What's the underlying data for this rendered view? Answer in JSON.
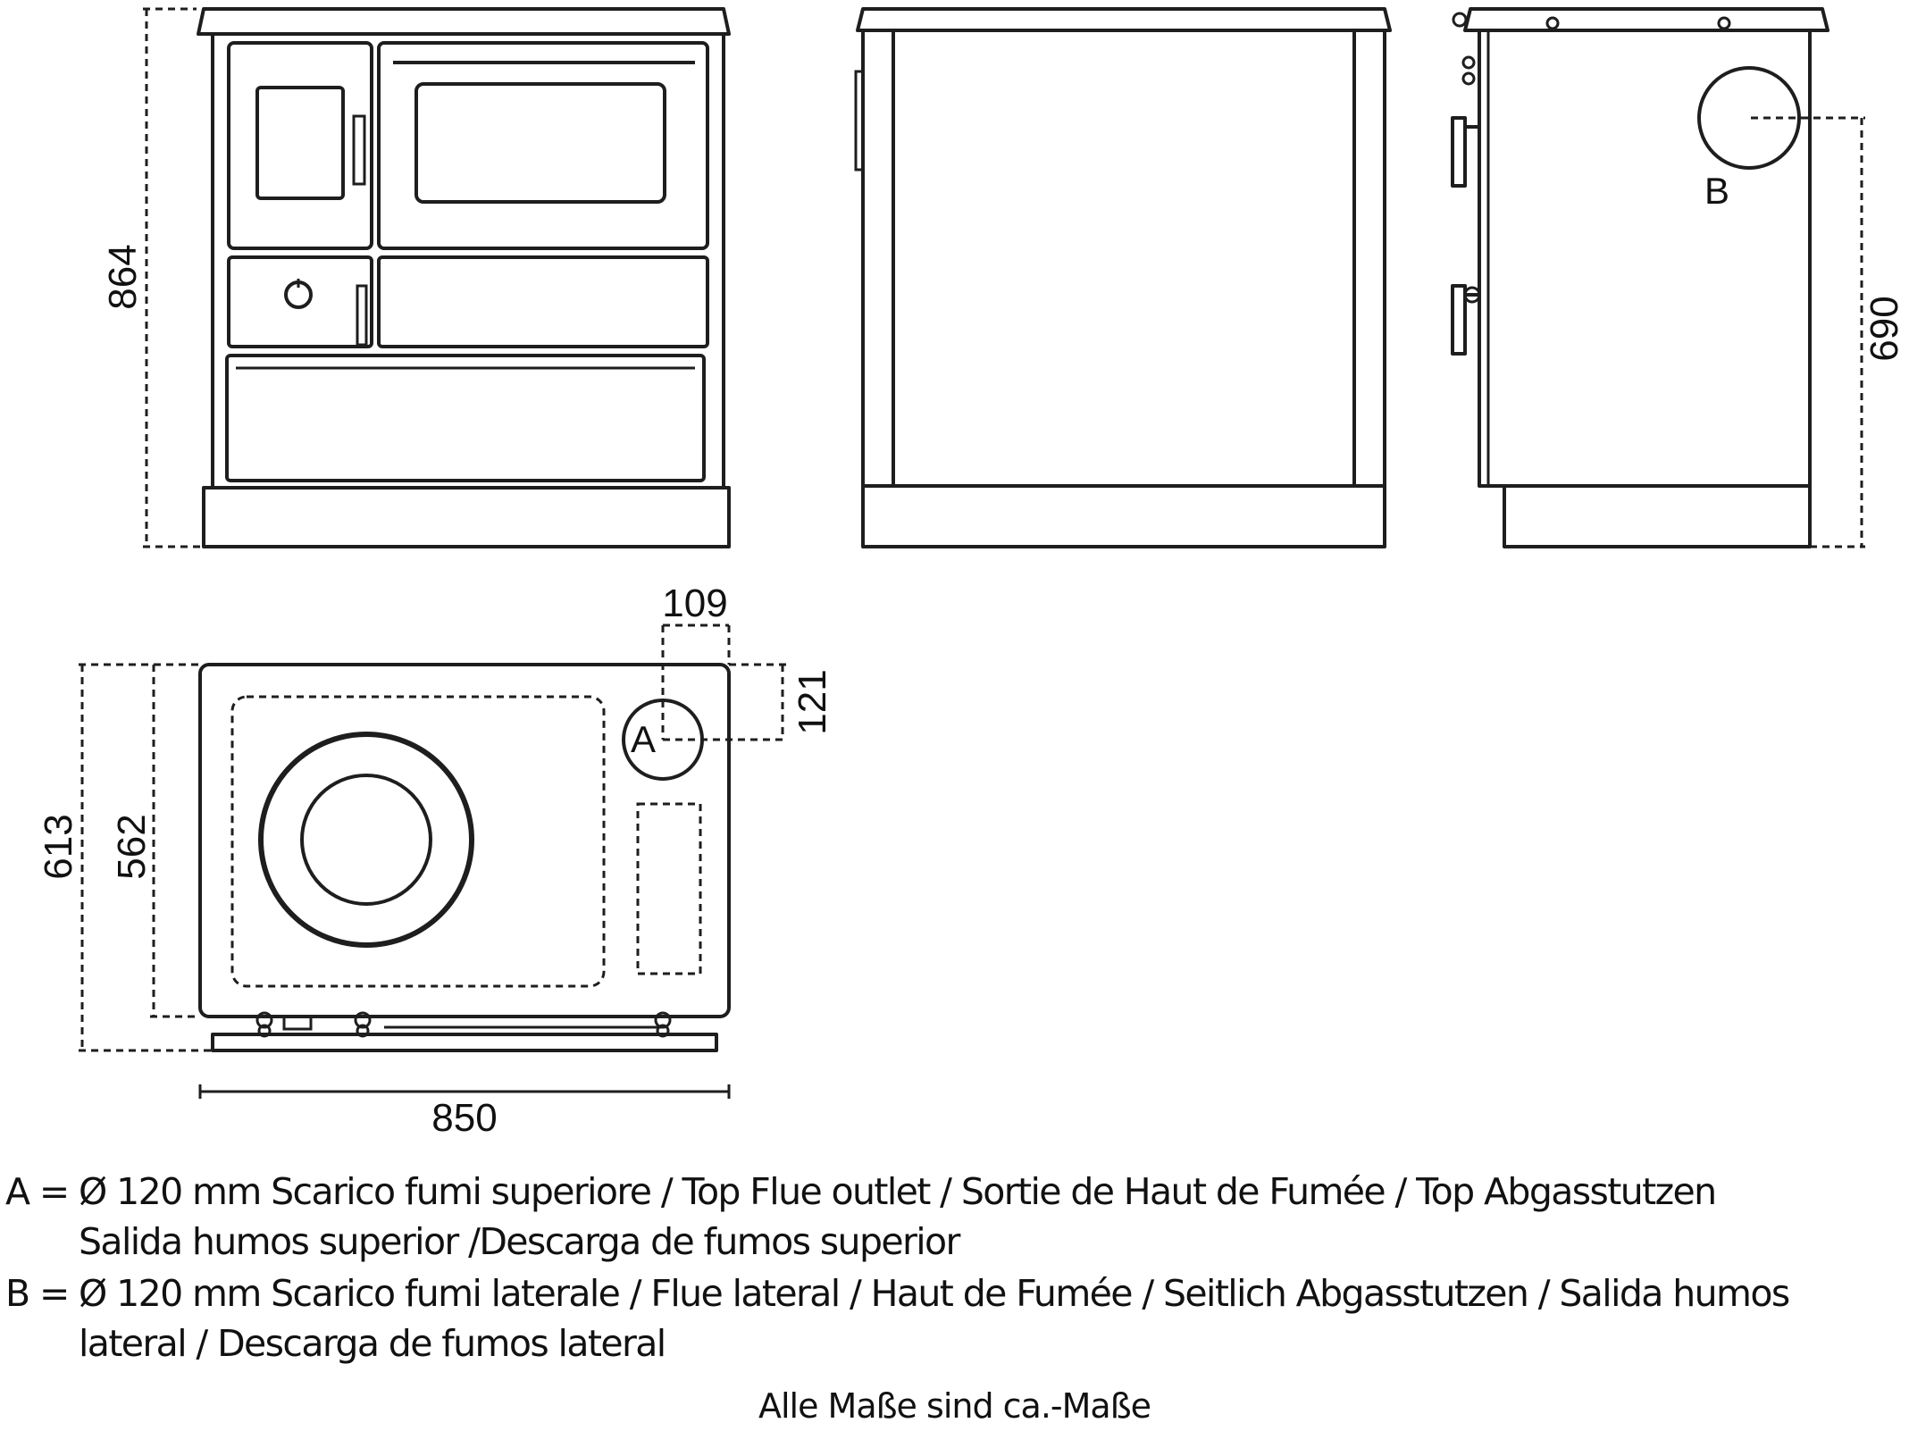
{
  "dimensions": {
    "height_total": "864",
    "side_flue_height": "690",
    "flue_offset_x": "109",
    "flue_offset_y": "121",
    "depth_total": "613",
    "depth_body": "562",
    "width": "850"
  },
  "labels": {
    "a": "A",
    "b": "B"
  },
  "legend": {
    "a_key": "A =",
    "a_line1": "Ø 120 mm  Scarico fumi superiore / Top Flue outlet / Sortie de Haut de Fumée / Top Abgasstutzen",
    "a_line2": "Salida humos superior /Descarga de fumos superior",
    "b_key": "B =",
    "b_line1": "Ø 120 mm  Scarico fumi laterale / Flue lateral / Haut de Fumée / Seitlich Abgasstutzen / Salida humos",
    "b_line2": "lateral / Descarga de fumos lateral"
  },
  "footer": "Alle Maße sind ca.-Maße"
}
